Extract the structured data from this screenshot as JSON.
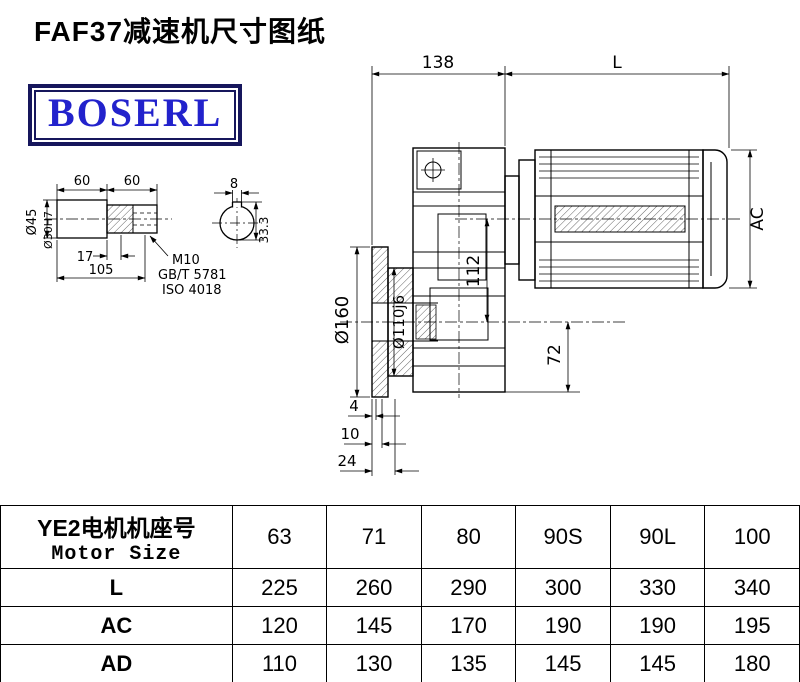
{
  "page": {
    "title": "FAF37减速机尺寸图纸",
    "logo_text": "BOSERL"
  },
  "drawing": {
    "dim_138": "138",
    "dim_L": "L",
    "dim_AC": "AC",
    "dim_112": "112",
    "dim_72": "72",
    "flange_dia": "Ø160",
    "pilot_dia": "Ø110j6",
    "dim_4": "4",
    "dim_10": "10",
    "dim_24": "24"
  },
  "shaft": {
    "dim_60a": "60",
    "dim_60b": "60",
    "dim_8": "8",
    "dia_45": "Ø45",
    "bore_dia": "Ø30H7",
    "dim_17": "17",
    "dim_105": "105",
    "thread": "M10",
    "std_gb": "GB/T 5781",
    "std_iso": "ISO 4018",
    "dim_333": "33.3"
  },
  "table": {
    "header_cn": "YE2电机机座号",
    "header_en": "Motor Size",
    "sizes": [
      "63",
      "71",
      "80",
      "90S",
      "90L",
      "100"
    ],
    "rows": [
      {
        "label": "L",
        "values": [
          "225",
          "260",
          "290",
          "300",
          "330",
          "340"
        ]
      },
      {
        "label": "AC",
        "values": [
          "120",
          "145",
          "170",
          "190",
          "190",
          "195"
        ]
      },
      {
        "label": "AD",
        "values": [
          "110",
          "130",
          "135",
          "145",
          "145",
          "180"
        ]
      }
    ]
  },
  "colors": {
    "logo_text": "#2222cc",
    "logo_border": "#16165c",
    "line": "#000000",
    "background": "#ffffff"
  }
}
